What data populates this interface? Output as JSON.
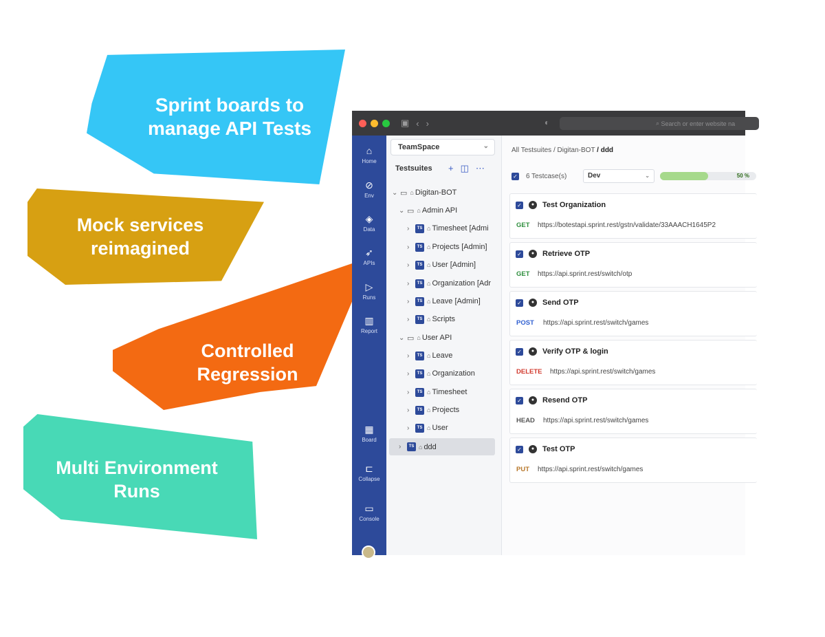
{
  "promos": {
    "sprint_line1": "Sprint boards to",
    "sprint_line2": "manage API Tests",
    "mock_line1": "Mock services",
    "mock_line2": "reimagined",
    "regression_line1": "Controlled",
    "regression_line2": "Regression",
    "multienv_line1": "Multi Environment",
    "multienv_line2": "Runs",
    "colors": {
      "blue": "#35c6f6",
      "gold": "#d7a012",
      "orange": "#f36a12",
      "teal": "#48d9b6"
    }
  },
  "browser": {
    "url_placeholder": "Search or enter website na"
  },
  "rail": {
    "items": [
      {
        "label": "Home",
        "icon": "home-icon",
        "glyph": "⌂"
      },
      {
        "label": "Env",
        "icon": "env-icon",
        "glyph": "⊘"
      },
      {
        "label": "Data",
        "icon": "data-icon",
        "glyph": "◈"
      },
      {
        "label": "APIs",
        "icon": "rocket-icon",
        "glyph": "➶"
      },
      {
        "label": "Runs",
        "icon": "play-icon",
        "glyph": "▷"
      },
      {
        "label": "Report",
        "icon": "bar-chart-icon",
        "glyph": "▥"
      },
      {
        "label": "Board",
        "icon": "board-icon",
        "glyph": "▦"
      },
      {
        "label": "Collapse",
        "icon": "collapse-icon",
        "glyph": "⊏"
      },
      {
        "label": "Console",
        "icon": "console-icon",
        "glyph": "▭"
      }
    ],
    "accent": "#2d4a9a"
  },
  "panel": {
    "workspace": "TeamSpace",
    "section_title": "Testsuites",
    "tree": [
      {
        "label": "Digitan-BOT",
        "type": "folder",
        "expanded": true
      },
      {
        "label": "Admin API",
        "type": "folder",
        "expanded": true
      },
      {
        "label": "Timesheet [Admi",
        "type": "suite"
      },
      {
        "label": "Projects [Admin]",
        "type": "suite"
      },
      {
        "label": "User [Admin]",
        "type": "suite"
      },
      {
        "label": "Organization [Adr",
        "type": "suite"
      },
      {
        "label": "Leave [Admin]",
        "type": "suite"
      },
      {
        "label": "Scripts",
        "type": "suite"
      },
      {
        "label": "User API",
        "type": "folder",
        "expanded": true
      },
      {
        "label": "Leave",
        "type": "suite"
      },
      {
        "label": "Organization",
        "type": "suite"
      },
      {
        "label": "Timesheet",
        "type": "suite"
      },
      {
        "label": "Projects",
        "type": "suite"
      },
      {
        "label": "User",
        "type": "suite"
      },
      {
        "label": "ddd",
        "type": "suite",
        "selected": true
      }
    ]
  },
  "main": {
    "breadcrumb": {
      "root": "All Testsuites",
      "sep": "/",
      "parent": "Digitan-BOT",
      "current": "ddd"
    },
    "testcase_count": "6 Testcase(s)",
    "environment": "Dev",
    "progress": {
      "value": 0.5,
      "label": "50 %"
    },
    "testcases": [
      {
        "name": "Test Organization",
        "method": "GET",
        "method_color": "#2f8f3e",
        "url": "https://botestapi.sprint.rest/gstn/validate/33AAACH1645P2"
      },
      {
        "name": "Retrieve OTP",
        "method": "GET",
        "method_color": "#2f8f3e",
        "url": "https://api.sprint.rest/switch/otp"
      },
      {
        "name": "Send OTP",
        "method": "POST",
        "method_color": "#2f5fd0",
        "url": "https://api.sprint.rest/switch/games"
      },
      {
        "name": "Verify OTP & login",
        "method": "DELETE",
        "method_color": "#d23b2f",
        "url": "https://api.sprint.rest/switch/games"
      },
      {
        "name": "Resend OTP",
        "method": "HEAD",
        "method_color": "#555555",
        "url": "https://api.sprint.rest/switch/games"
      },
      {
        "name": "Test OTP",
        "method": "PUT",
        "method_color": "#b7772a",
        "url": "https://api.sprint.rest/switch/games"
      }
    ]
  }
}
